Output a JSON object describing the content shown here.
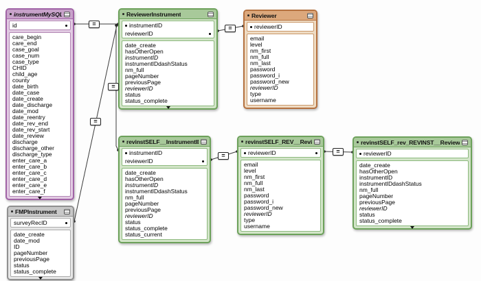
{
  "view": {
    "kind": "database-relationship-graph",
    "background_color": "#FDFDFD",
    "line_color": "#3A3A3A"
  },
  "themes": {
    "purple": {
      "border": "#A163A6",
      "header": "#C8A2CA",
      "body": "#E2CBE3"
    },
    "green": {
      "border": "#6CA15A",
      "header": "#A8C99A",
      "body": "#D3E5C9"
    },
    "orange": {
      "border": "#B5713F",
      "header": "#DCA87C",
      "body": "#EFDCC4"
    },
    "gray": {
      "border": "#8F8F8F",
      "header": "#C8C8C8",
      "body": "#E6E6E6"
    }
  },
  "icons": {
    "table_bullet": "disclosure-dot",
    "collapse_button": "collapse-toggle-icon",
    "connection_dot": "relationship-anchor-dot",
    "scroll_more_indicator": "triangle-down"
  },
  "tables": [
    {
      "id": "instrumentMySQL",
      "name": "instrumentMySQL",
      "name_italic": true,
      "theme": "purple",
      "key_fields": [
        {
          "label": "id",
          "dot_right": true
        }
      ],
      "fields": [
        {
          "label": "care_begin"
        },
        {
          "label": "care_end"
        },
        {
          "label": "case_goal"
        },
        {
          "label": "case_num"
        },
        {
          "label": "case_type"
        },
        {
          "label": "CHID"
        },
        {
          "label": "child_age"
        },
        {
          "label": "county"
        },
        {
          "label": "date_birth"
        },
        {
          "label": "date_case"
        },
        {
          "label": "date_create"
        },
        {
          "label": "date_discharge"
        },
        {
          "label": "date_mod"
        },
        {
          "label": "date_reentry"
        },
        {
          "label": "date_rev_end"
        },
        {
          "label": "date_rev_start"
        },
        {
          "label": "date_review"
        },
        {
          "label": "discharge"
        },
        {
          "label": "discharge_other"
        },
        {
          "label": "discharge_type"
        },
        {
          "label": "enter_care_a"
        },
        {
          "label": "enter_care_b"
        },
        {
          "label": "enter_care_c"
        },
        {
          "label": "enter_care_d"
        },
        {
          "label": "enter_care_e"
        },
        {
          "label": "enter_care_f"
        }
      ],
      "scroll_indicator": true
    },
    {
      "id": "ReviewerInstrument",
      "name": "ReviewerInstrument",
      "name_italic": false,
      "theme": "green",
      "key_fields": [
        {
          "label": "instrumentID",
          "dot_left": true
        },
        {
          "label": "reviewerID",
          "dot_right": true
        }
      ],
      "fields": [
        {
          "label": "date_create"
        },
        {
          "label": "hasOtherOpen"
        },
        {
          "label": "instrumentID",
          "italic": true
        },
        {
          "label": "instrumentIDdashStatus"
        },
        {
          "label": "nm_full"
        },
        {
          "label": "pageNumber"
        },
        {
          "label": "previousPage"
        },
        {
          "label": "reviewerID",
          "italic": true
        },
        {
          "label": "status"
        },
        {
          "label": "status_complete"
        }
      ],
      "scroll_indicator": true
    },
    {
      "id": "Reviewer",
      "name": "Reviewer",
      "name_italic": false,
      "theme": "orange",
      "key_fields": [
        {
          "label": "reviewerID",
          "dot_left": true
        }
      ],
      "fields": [
        {
          "label": "email"
        },
        {
          "label": "level"
        },
        {
          "label": "nm_first"
        },
        {
          "label": "nm_full"
        },
        {
          "label": "nm_last"
        },
        {
          "label": "password"
        },
        {
          "label": "password_i"
        },
        {
          "label": "password_new"
        },
        {
          "label": "reviewerID",
          "italic": true
        },
        {
          "label": "type"
        },
        {
          "label": "username"
        }
      ],
      "scroll_indicator": false
    },
    {
      "id": "revinstSELF__InstrumentID",
      "name": "revinstSELF__InstrumentID",
      "name_italic": false,
      "theme": "green",
      "key_fields": [
        {
          "label": "instrumentID",
          "dot_left": true
        },
        {
          "label": "reviewerID",
          "dot_right": true
        }
      ],
      "fields": [
        {
          "label": "date_create"
        },
        {
          "label": "hasOtherOpen"
        },
        {
          "label": "instrumentID",
          "italic": true
        },
        {
          "label": "instrumentIDdashStatus"
        },
        {
          "label": "nm_full"
        },
        {
          "label": "pageNumber"
        },
        {
          "label": "previousPage"
        },
        {
          "label": "reviewerID",
          "italic": true
        },
        {
          "label": "status"
        },
        {
          "label": "status_complete"
        },
        {
          "label": "status_current"
        }
      ],
      "scroll_indicator": false
    },
    {
      "id": "revinstSELF_REV__ReviewerID",
      "name": "revinstSELF_REV__ReviewerID",
      "name_italic": false,
      "theme": "green",
      "key_fields": [
        {
          "label": "reviewerID",
          "dot_left": true,
          "dot_right": true
        }
      ],
      "fields": [
        {
          "label": "email"
        },
        {
          "label": "level"
        },
        {
          "label": "nm_first"
        },
        {
          "label": "nm_full"
        },
        {
          "label": "nm_last"
        },
        {
          "label": "password"
        },
        {
          "label": "password_i"
        },
        {
          "label": "password_new"
        },
        {
          "label": "reviewerID",
          "italic": true
        },
        {
          "label": "type"
        },
        {
          "label": "username"
        }
      ],
      "scroll_indicator": false
    },
    {
      "id": "revinstSELF_rev_REVINST__ReviewerID",
      "name": "revinstSELF_rev_REVINST__ReviewerID",
      "name_italic": false,
      "theme": "green",
      "key_fields": [
        {
          "label": "reviewerID",
          "dot_left": true
        }
      ],
      "fields": [
        {
          "label": "date_create"
        },
        {
          "label": "hasOtherOpen"
        },
        {
          "label": "instrumentID"
        },
        {
          "label": "instrumentIDdashStatus"
        },
        {
          "label": "nm_full"
        },
        {
          "label": "pageNumber"
        },
        {
          "label": "previousPage"
        },
        {
          "label": "reviewerID",
          "italic": true
        },
        {
          "label": "status"
        },
        {
          "label": "status_complete"
        }
      ],
      "scroll_indicator": true
    },
    {
      "id": "FMPInstrument",
      "name": "FMPInstrument",
      "name_italic": false,
      "theme": "gray",
      "key_fields": [
        {
          "label": "surveyRecID",
          "dot_right": true
        }
      ],
      "fields": [
        {
          "label": "date_create"
        },
        {
          "label": "date_mod"
        },
        {
          "label": "ID"
        },
        {
          "label": "pageNumber"
        },
        {
          "label": "previousPage"
        },
        {
          "label": "status"
        },
        {
          "label": "status_complete"
        }
      ],
      "scroll_indicator": true
    }
  ],
  "relationships": [
    {
      "id": "r1",
      "operator": "=",
      "from": {
        "table": "instrumentMySQL",
        "field": "id"
      },
      "to": {
        "table": "ReviewerInstrument",
        "field": "instrumentID"
      }
    },
    {
      "id": "r2",
      "operator": "=",
      "from": {
        "table": "FMPInstrument",
        "field": "surveyRecID"
      },
      "to": {
        "table": "ReviewerInstrument",
        "field": "instrumentID"
      }
    },
    {
      "id": "r3",
      "operator": "=",
      "from": {
        "table": "ReviewerInstrument",
        "field": "instrumentID"
      },
      "to": {
        "table": "revinstSELF__InstrumentID",
        "field": "instrumentID"
      }
    },
    {
      "id": "r4",
      "operator": "=",
      "from": {
        "table": "ReviewerInstrument",
        "field": "reviewerID"
      },
      "to": {
        "table": "Reviewer",
        "field": "reviewerID"
      }
    },
    {
      "id": "r5",
      "operator": "=",
      "from": {
        "table": "revinstSELF__InstrumentID",
        "field": "reviewerID"
      },
      "to": {
        "table": "revinstSELF_REV__ReviewerID",
        "field": "reviewerID"
      }
    },
    {
      "id": "r6",
      "operator": "=",
      "from": {
        "table": "revinstSELF_REV__ReviewerID",
        "field": "reviewerID"
      },
      "to": {
        "table": "revinstSELF_rev_REVINST__ReviewerID",
        "field": "reviewerID"
      }
    }
  ]
}
